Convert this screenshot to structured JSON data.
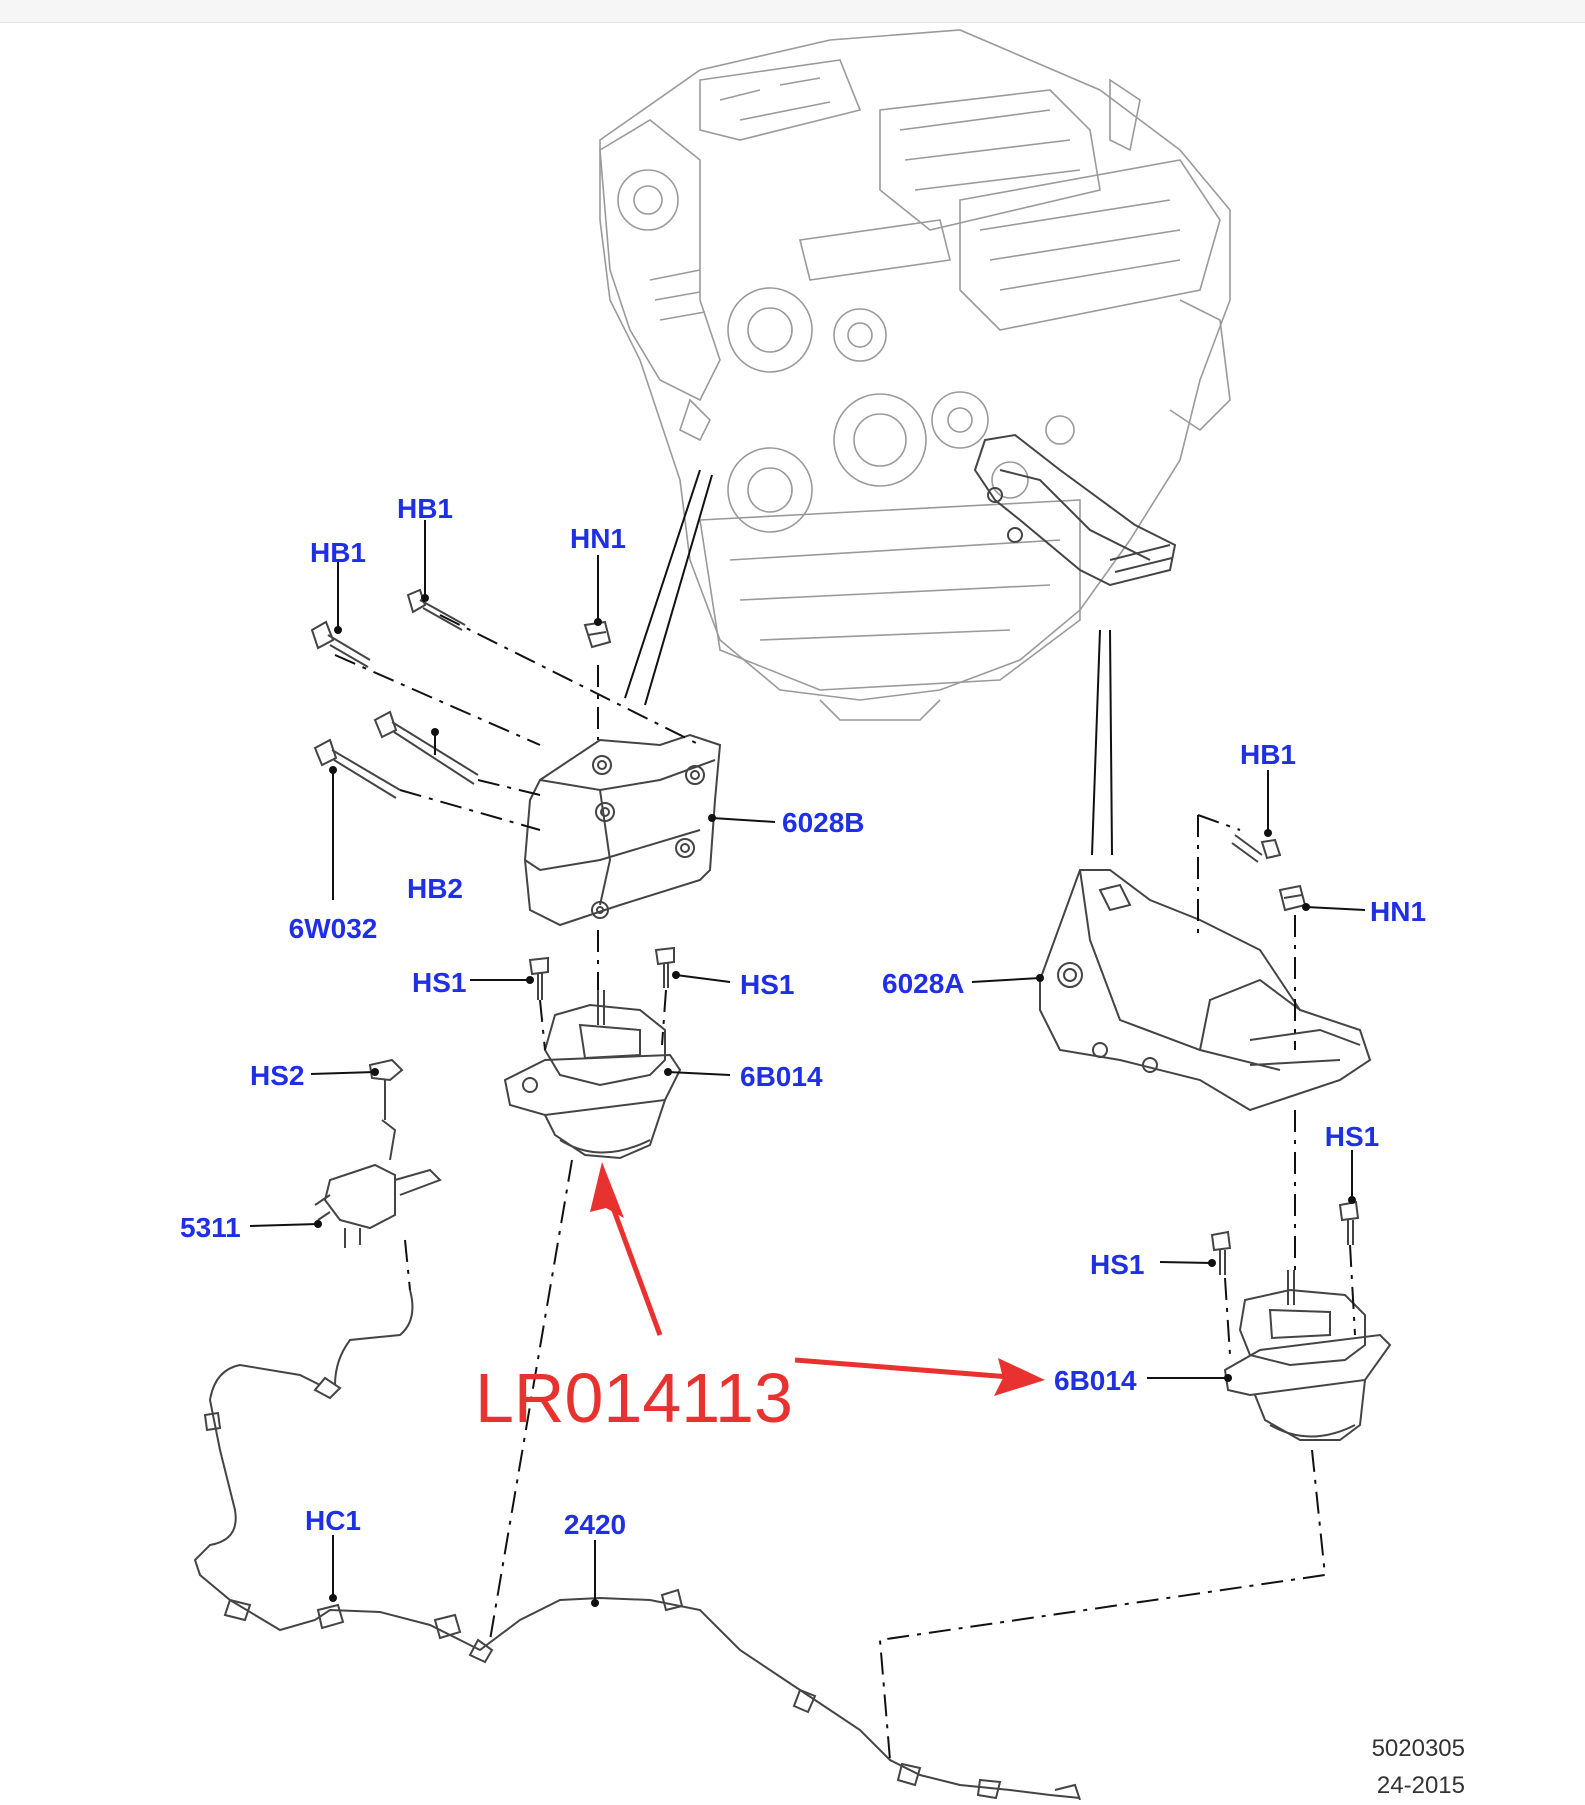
{
  "colors": {
    "callout": "#1f2fe6",
    "annotation": "#e8322f",
    "line": "#111111",
    "engine": "#9a9a9a"
  },
  "callouts": {
    "hb1_a": "HB1",
    "hb1_b": "HB1",
    "hn1_left": "HN1",
    "b6028": "6028B",
    "hb2": "HB2",
    "w6032": "6W032",
    "hs1_left_a": "HS1",
    "hs1_left_b": "HS1",
    "hs2": "HS2",
    "b6014_left": "6B014",
    "n5311": "5311",
    "hb1_right": "HB1",
    "hn1_right": "HN1",
    "a6028": "6028A",
    "hs1_right_a": "HS1",
    "hs1_right_b": "HS1",
    "b6014_right": "6B014",
    "hc1": "HC1",
    "n2420": "2420"
  },
  "annotation": {
    "part_number": "LR014113"
  },
  "footer": {
    "ref_code": "5020305",
    "ref_date": "24-2015"
  }
}
